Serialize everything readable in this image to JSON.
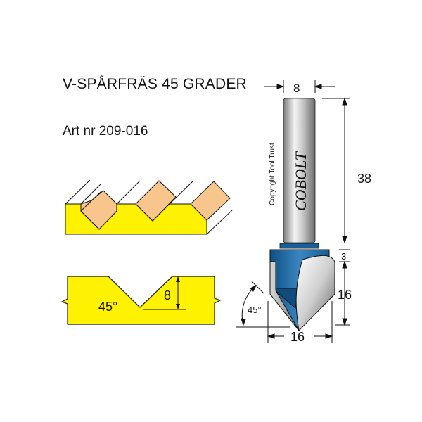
{
  "header": {
    "title": "V-SPÅRFRÄS 45 GRADER",
    "article_number": "Art nr 209-016"
  },
  "colors": {
    "workpiece_yellow": "#fff200",
    "groove_wood": "#f8c68c",
    "cutter_blue": "#1e6aa6",
    "cutter_blue_dark": "#0e4c7e",
    "shank_gray": "#b8b8b8",
    "outline": "#111111"
  },
  "profile_view": {
    "angle_label": "45°",
    "depth_label": "8"
  },
  "cutter": {
    "brand": "COBOLT",
    "copyright": "Copyright Tool Trust",
    "dimensions": {
      "shank_diameter": "8",
      "shank_length": "38",
      "neck_height": "3",
      "cutting_height": "16",
      "cutting_diameter": "16",
      "angle": "45°"
    }
  }
}
